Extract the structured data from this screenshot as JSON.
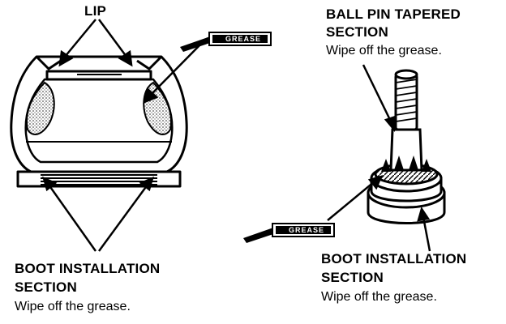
{
  "labels": {
    "lip": "LIP",
    "ball_pin_title_1": "BALL PIN TAPERED",
    "ball_pin_title_2": "SECTION",
    "ball_pin_note": "Wipe off the grease.",
    "boot_left_title_1": "BOOT INSTALLATION",
    "boot_left_title_2": "SECTION",
    "boot_left_note": "Wipe off the grease.",
    "boot_right_title_1": "BOOT INSTALLATION",
    "boot_right_title_2": "SECTION",
    "boot_right_note": "Wipe off the grease.",
    "grease_tag_left": "GREASE",
    "grease_tag_right": "GREASE"
  },
  "colors": {
    "ink": "#000000",
    "paper": "#ffffff",
    "stipple": "#8a8a8a"
  },
  "icons": {
    "grease_symbol": "grease-gun-icon"
  }
}
